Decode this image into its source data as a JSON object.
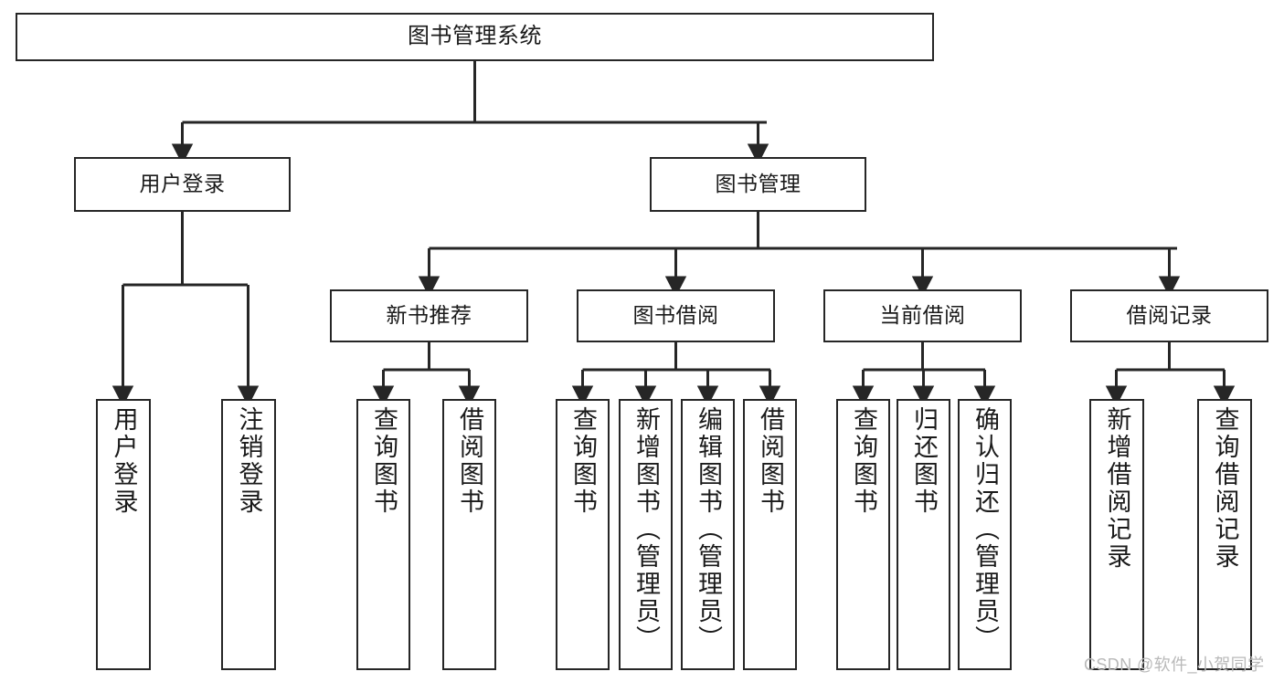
{
  "diagram": {
    "title": "图书管理系统",
    "type": "hierarchy-tree",
    "colors": {
      "stroke": "#262626",
      "fill": "#ffffff",
      "text": "#1a1a1a",
      "watermark": "#b9b9b9"
    },
    "nodes": {
      "root": {
        "label": "图书管理系统"
      },
      "level2": [
        {
          "id": "user-login",
          "label": "用户登录"
        },
        {
          "id": "book-management",
          "label": "图书管理"
        }
      ],
      "level3": [
        {
          "id": "new-book-recommend",
          "label": "新书推荐"
        },
        {
          "id": "book-borrow",
          "label": "图书借阅"
        },
        {
          "id": "current-borrow",
          "label": "当前借阅"
        },
        {
          "id": "borrow-record",
          "label": "借阅记录"
        }
      ],
      "leaves": [
        {
          "id": "leaf-user-login",
          "label": "用户登录"
        },
        {
          "id": "leaf-logout-login",
          "label": "注销登录"
        },
        {
          "id": "leaf-query-book-1",
          "label": "查询图书"
        },
        {
          "id": "leaf-borrow-book-1",
          "label": "借阅图书"
        },
        {
          "id": "leaf-query-book-2",
          "label": "查询图书"
        },
        {
          "id": "leaf-add-book",
          "label": "新增图书（管理员）"
        },
        {
          "id": "leaf-edit-book",
          "label": "编辑图书（管理员）"
        },
        {
          "id": "leaf-borrow-book-2",
          "label": "借阅图书"
        },
        {
          "id": "leaf-query-book-3",
          "label": "查询图书"
        },
        {
          "id": "leaf-return-book",
          "label": "归还图书"
        },
        {
          "id": "leaf-confirm-return",
          "label": "确认归还（管理员）"
        },
        {
          "id": "leaf-add-borrow-record",
          "label": "新增借阅记录"
        },
        {
          "id": "leaf-query-borrow-record",
          "label": "查询借阅记录"
        }
      ]
    }
  },
  "watermark": {
    "text": "CSDN @软件_小贺同学"
  }
}
